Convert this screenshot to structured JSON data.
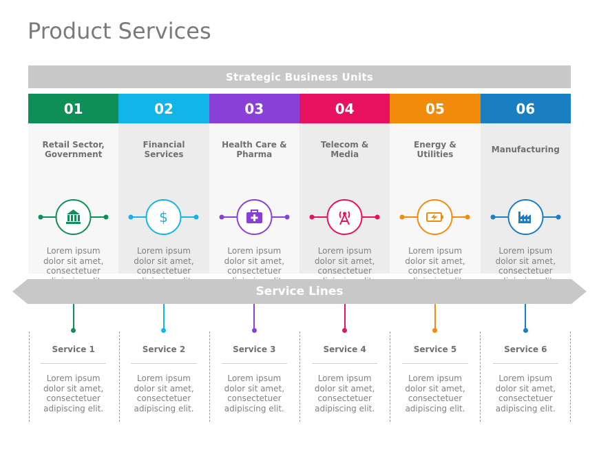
{
  "title": "Product Services",
  "sbu_label": "Strategic Business Units",
  "service_lines_label": "Service Lines",
  "units": [
    {
      "num": "01",
      "title": "Retail Sector,\nGovernment",
      "icon": "bank-icon",
      "color": "#0e8f57",
      "text": "Lorem ipsum\ndolor sit amet,\nconsectetuer\nadipiscing elit."
    },
    {
      "num": "02",
      "title": "Financial\nServices",
      "icon": "dollar-icon",
      "color": "#12b5e8",
      "text": "Lorem ipsum\ndolor sit amet,\nconsectetuer\nadipiscing elit."
    },
    {
      "num": "03",
      "title": "Health Care &\nPharma",
      "icon": "medical-kit-icon",
      "color": "#8b3fd9",
      "text": "Lorem ipsum\ndolor sit amet,\nconsectetuer\nadipiscing elit."
    },
    {
      "num": "04",
      "title": "Telecom &\nMedia",
      "icon": "antenna-tower-icon",
      "color": "#e8115f",
      "text": "Lorem ipsum\ndolor sit amet,\nconsectetuer\nadipiscing elit."
    },
    {
      "num": "05",
      "title": "Energy &\nUtilities",
      "icon": "battery-charging-icon",
      "color": "#f28a0a",
      "text": "Lorem ipsum\ndolor sit amet,\nconsectetuer\nadipiscing elit."
    },
    {
      "num": "06",
      "title": "Manufacturing",
      "icon": "factory-icon",
      "color": "#1a7ec2",
      "text": "Lorem ipsum\ndolor sit amet,\nconsectetuer\nadipiscing elit."
    }
  ],
  "services": [
    {
      "title": "Service 1",
      "text": "Lorem ipsum\ndolor sit amet,\nconsectetuer\nadipiscing elit."
    },
    {
      "title": "Service 2",
      "text": "Lorem ipsum\ndolor sit amet,\nconsectetuer\nadipiscing elit."
    },
    {
      "title": "Service 3",
      "text": "Lorem ipsum\ndolor sit amet,\nconsectetuer\nadipiscing elit."
    },
    {
      "title": "Service 4",
      "text": "Lorem ipsum\ndolor sit amet,\nconsectetuer\nadipiscing elit."
    },
    {
      "title": "Service 5",
      "text": "Lorem ipsum\ndolor sit amet,\nconsectetuer\nadipiscing elit."
    },
    {
      "title": "Service 6",
      "text": "Lorem ipsum\ndolor sit amet,\nconsectetuer\nadipiscing elit."
    }
  ]
}
